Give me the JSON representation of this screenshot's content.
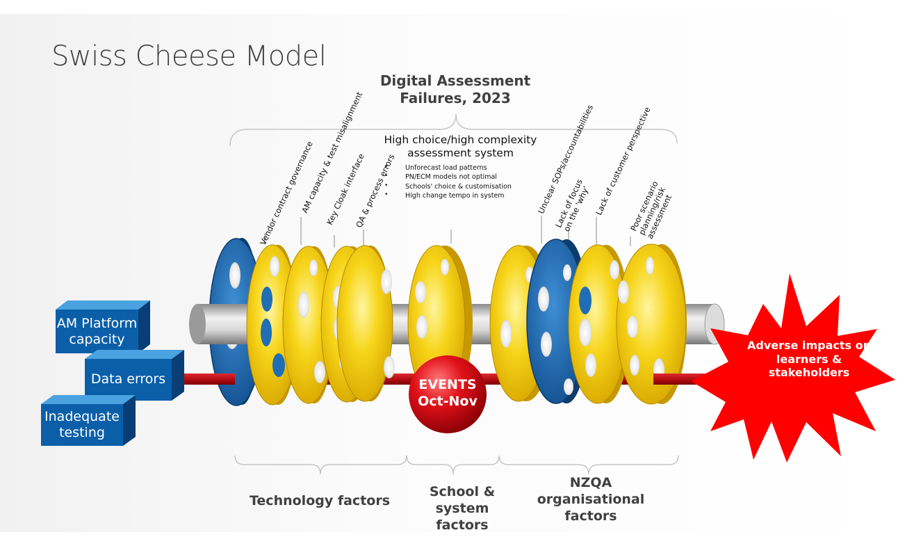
{
  "slide": {
    "title": "Swiss Cheese Model",
    "heading": "Digital Assessment Failures, 2023",
    "system": {
      "title": "High choice/high complexity assessment system",
      "bullets": [
        "Unforecast load patterns",
        "PN/ECM models not optimal",
        "Schools' choice & customisation",
        "High change tempo in system"
      ]
    },
    "failure_labels": [
      "Vendor contract governance",
      "AM capacity & test misalignment",
      "Key Cloak interface",
      "QA & process errors",
      "Unclear SOPs/accountabilities",
      "Lack of focus on the 'why'",
      "Lack of customer perspective",
      "Poor scenario planning/risk assessment"
    ],
    "hazards": [
      "AM Platform capacity",
      "Data errors",
      "Inadequate testing"
    ],
    "events": "EVENTS Oct-Nov",
    "outcome": "Adverse impacts on learners & stakeholders",
    "factor_groups": [
      "Technology factors",
      "School & system factors",
      "NZQA organisational factors"
    ]
  },
  "colors": {
    "blue_slice": "#1f6eb6",
    "yellow_slice": "#f5cf12",
    "hazard_box": "#0b5fa9",
    "trajectory": "#c8141a",
    "event_ball": "#e0101a",
    "outcome_star": "#ff0000",
    "title_text": "#404040"
  },
  "icons": [
    "cheese-slice-icon",
    "hazard-block-icon",
    "explosion-star-icon",
    "event-sphere-icon"
  ]
}
